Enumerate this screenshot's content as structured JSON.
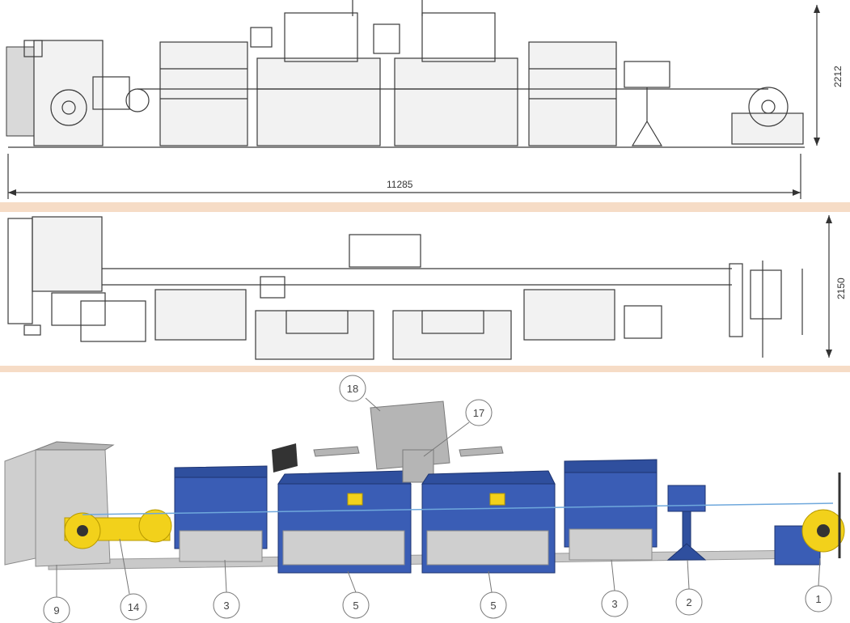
{
  "front_view": {
    "width_dimension": "11285",
    "height_dimension": "2212"
  },
  "top_view": {
    "height_dimension": "2150"
  },
  "iso_view": {
    "callouts": [
      "18",
      "17",
      "9",
      "14",
      "3",
      "5",
      "5",
      "3",
      "2",
      "1"
    ]
  },
  "colors": {
    "background": "#f6dcc6",
    "machine_blue": "#2f4f9e",
    "machine_grey": "#cfcfcf",
    "accent_yellow": "#f2d11b"
  }
}
